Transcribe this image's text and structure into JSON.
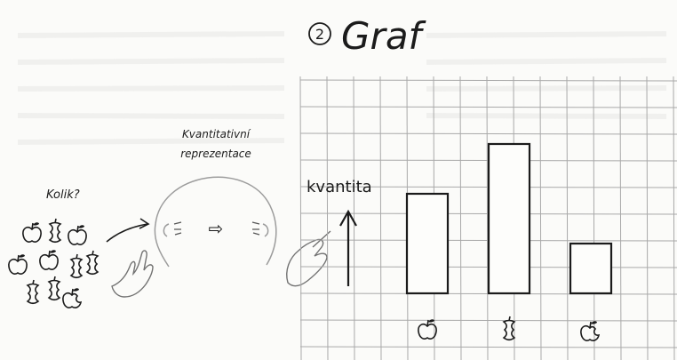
{
  "title": {
    "number": "2",
    "text": "Graf"
  },
  "question": "Kolik?",
  "head_caption": {
    "line1": "Kvantitativní",
    "line2": "reprezentace"
  },
  "arrow_label": "⇨",
  "chart_data": {
    "type": "bar",
    "ylabel": "kvantita",
    "categories": [
      "apple",
      "apple-core",
      "bitten-apple"
    ],
    "values": [
      4,
      6,
      2
    ],
    "grid": true,
    "ylim": [
      0,
      6
    ]
  }
}
